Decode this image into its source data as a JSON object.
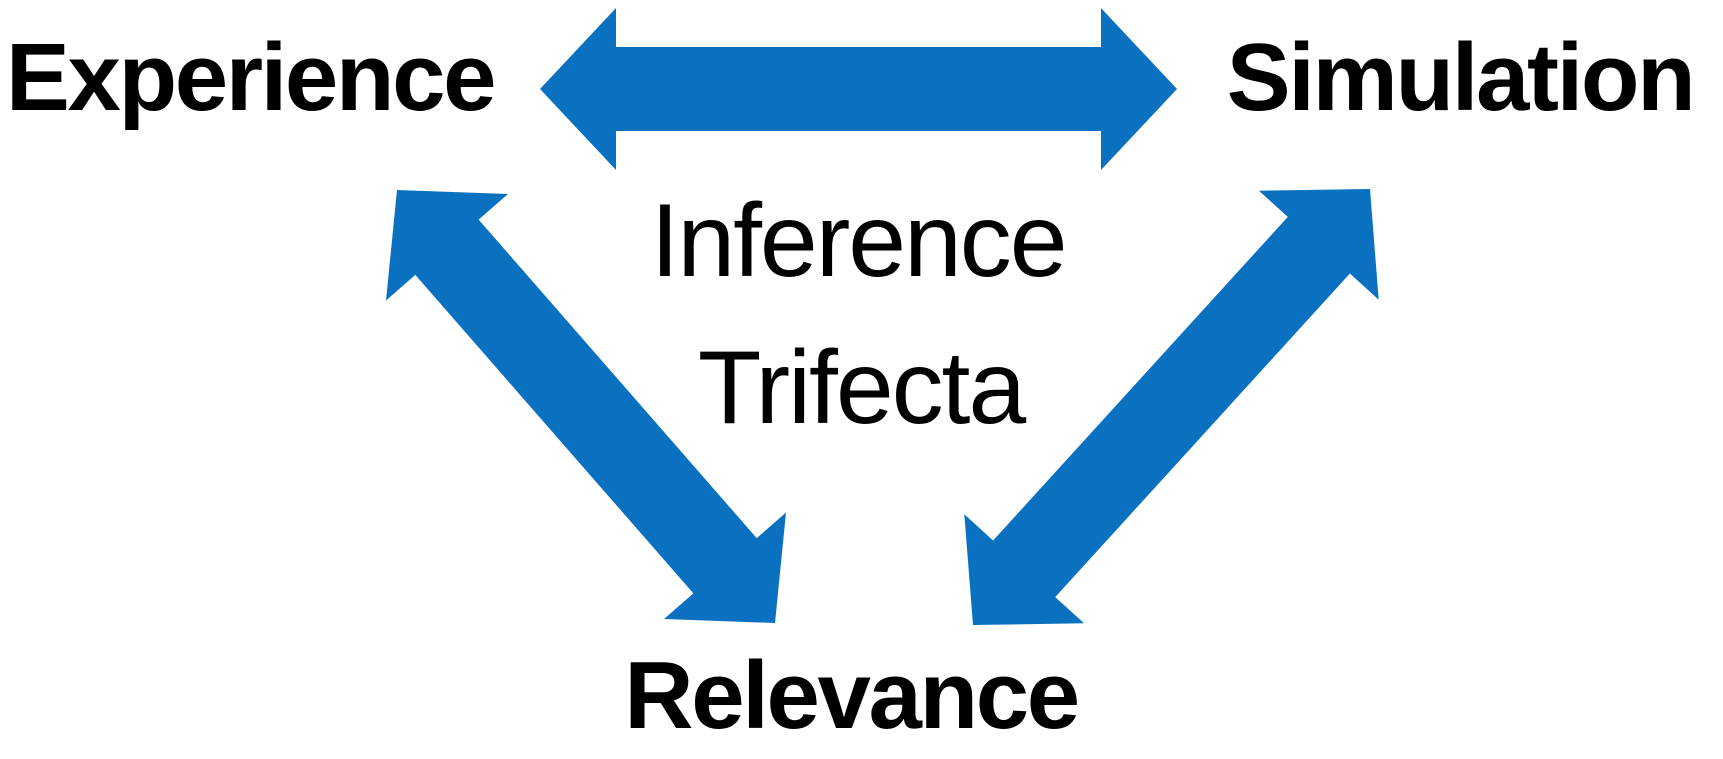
{
  "diagram": {
    "title": "Inference Trifecta",
    "center_label": {
      "line1": "Inference",
      "line2": "Trifecta"
    },
    "nodes": [
      {
        "id": "experience",
        "label": "Experience"
      },
      {
        "id": "simulation",
        "label": "Simulation"
      },
      {
        "id": "relevance",
        "label": "Relevance"
      }
    ],
    "arrows": [
      {
        "from": "experience",
        "to": "simulation",
        "bidirectional": true
      },
      {
        "from": "experience",
        "to": "relevance",
        "bidirectional": true
      },
      {
        "from": "relevance",
        "to": "simulation",
        "bidirectional": true
      }
    ],
    "colors": {
      "arrow": "#0a71c1",
      "text": "#000000",
      "background": "#ffffff"
    }
  }
}
